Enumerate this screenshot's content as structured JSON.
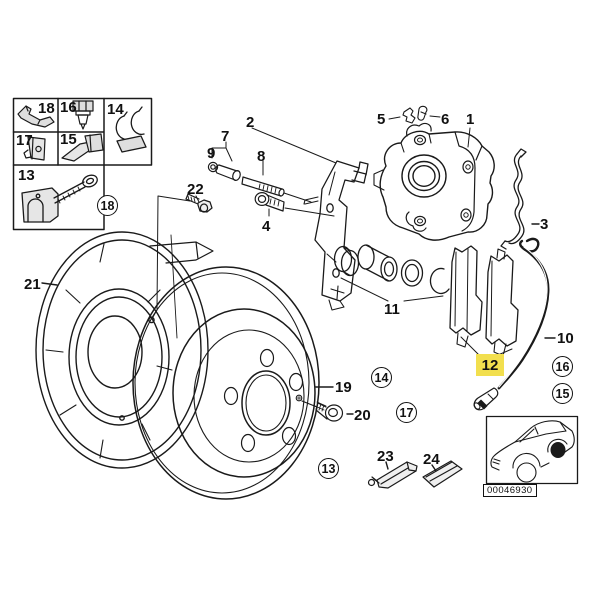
{
  "diagram": {
    "code": "00046930",
    "highlight_color": "#f2df4e",
    "line_color": "#1a1a1a"
  },
  "labels": {
    "grid_18": "18",
    "grid_16": "16",
    "grid_14": "14",
    "grid_17": "17",
    "grid_15": "15",
    "grid_13": "13",
    "shield_21": "21",
    "bolt_22": "22",
    "ring_9": "9",
    "bushing_7": "7",
    "carrier_2": "2",
    "pin_8": "8",
    "bolt_4": "4",
    "bleeder_5": "5",
    "cap_6": "6",
    "caliper_1": "1",
    "clip_3": "3",
    "kit_11": "11",
    "sensor_10": "10",
    "disc_19": "19",
    "screw_20": "20",
    "paste_23": "23",
    "sachet_24": "24",
    "pads_12": "12",
    "circled_18": "18",
    "circled_14": "14",
    "circled_17": "17",
    "circled_13": "13",
    "circled_16": "16",
    "circled_15": "15"
  }
}
